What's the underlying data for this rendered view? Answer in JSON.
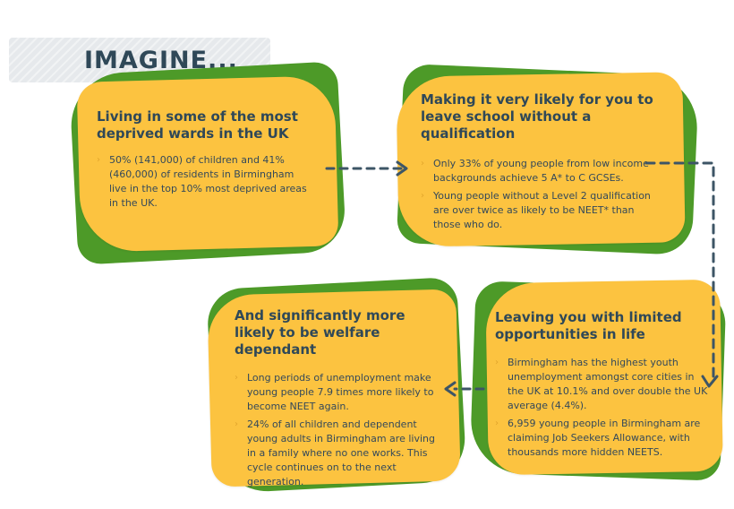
{
  "banner": {
    "title": "IMAGINE..."
  },
  "cards": [
    {
      "title": "Living in some of the most deprived wards in the UK",
      "items": [
        "50% (141,000) of children and 41% (460,000) of residents in Birmingham live in the top 10% most deprived areas in the UK."
      ]
    },
    {
      "title": "Making it very likely for you to leave school without a qualification",
      "items": [
        "Only 33% of young people from low income backgrounds achieve 5 A* to C GCSEs.",
        "Young people without a Level 2 qualification are over twice as likely to be NEET* than those who do."
      ]
    },
    {
      "title": "Leaving you with limited opportunities in life",
      "items": [
        "Birmingham has the highest youth unemployment amongst core cities in the UK at 10.1% and over double the UK average (4.4%).",
        "6,959 young people in Birmingham are claiming Job Seekers Allowance, with thousands more hidden NEETS."
      ]
    },
    {
      "title": "And significantly more likely to be welfare dependant",
      "items": [
        "Long periods of unemployment make young people 7.9 times more likely to become NEET again.",
        "24% of all children and dependent young adults in Birmingham are living in a family where no one works. This cycle continues on to the next generation."
      ]
    }
  ],
  "colors": {
    "card_fill": "#fcc340",
    "card_shadow": "#4d9a28",
    "text": "#2f4858",
    "arrow": "#3d5566",
    "bullet": "#e1a52c",
    "banner": "#e6e9ec"
  },
  "icons": {
    "bullet": "›"
  }
}
